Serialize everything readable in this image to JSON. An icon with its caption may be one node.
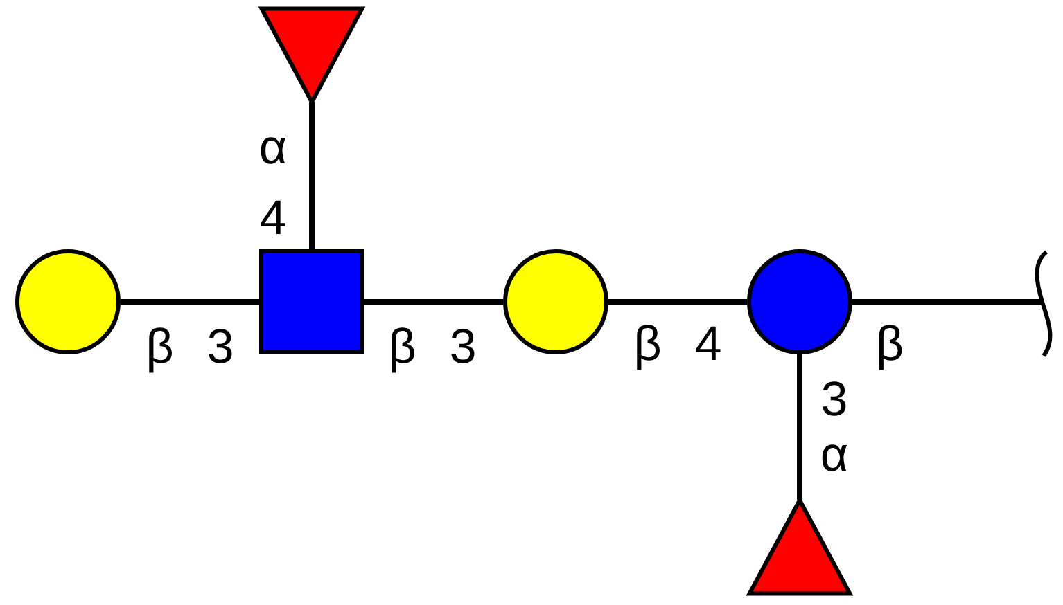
{
  "diagram": {
    "nodes": [
      {
        "text": [],
        "shape": "circle"
      },
      {
        "text": [],
        "shape": "triangle"
      },
      {
        "text": [],
        "shape": "box"
      },
      {
        "text": [],
        "shape": "circle"
      },
      {
        "text": [],
        "shape": "circle"
      },
      {
        "text": [],
        "shape": "triangle"
      }
    ],
    "edges": [
      {
        "from": 0,
        "to": 2,
        "arrow": "none",
        "label": "β 3"
      },
      {
        "from": 1,
        "to": 2,
        "arrow": "none",
        "label": "α 4"
      },
      {
        "from": 2,
        "to": 3,
        "arrow": "none",
        "label": "β 3"
      },
      {
        "from": 3,
        "to": 4,
        "arrow": "none",
        "label": "β 4"
      },
      {
        "from": 5,
        "to": 4,
        "arrow": "none",
        "label": "3 α"
      },
      {
        "from": 4,
        "to": null,
        "arrow": "none",
        "label": "β"
      }
    ]
  }
}
